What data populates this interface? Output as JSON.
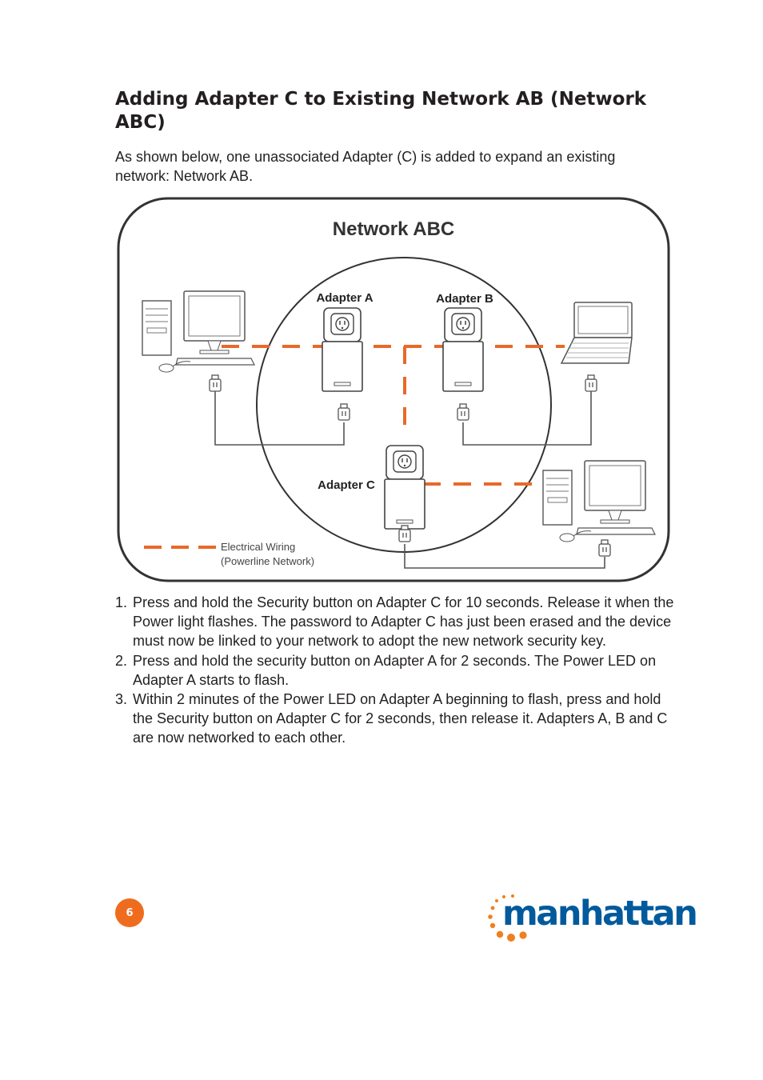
{
  "heading": "Adding Adapter C to Existing Network AB (Network ABC)",
  "intro": "As shown below, one unassociated Adapter (C) is added to expand an existing network: Network AB.",
  "diagram": {
    "title": "Network ABC",
    "adapter_a": "Adapter A",
    "adapter_b": "Adapter B",
    "adapter_c": "Adapter C",
    "legend_line1": "Electrical Wiring",
    "legend_line2": "(Powerline Network)",
    "wiring_color": "#e8692a"
  },
  "steps": [
    {
      "num": "1.",
      "text": "Press and hold the Security button on Adapter C for 10 seconds. Release it when the Power light flashes. The password to Adapter C has just been erased and the device must now be linked to your network to adopt the new network security key."
    },
    {
      "num": "2.",
      "text": "Press and hold the security button on Adapter A for 2 seconds. The Power LED on Adapter A starts to flash."
    },
    {
      "num": "3.",
      "text": "Within 2 minutes of the Power LED on Adapter A beginning to flash, press and hold the Security button on Adapter C for 2 seconds, then release it. Adapters A, B and C are now networked to each other."
    }
  ],
  "page_number": "6",
  "brand": {
    "name": "manhattan",
    "text_color": "#005a9c",
    "dot_color": "#f07f1f"
  }
}
